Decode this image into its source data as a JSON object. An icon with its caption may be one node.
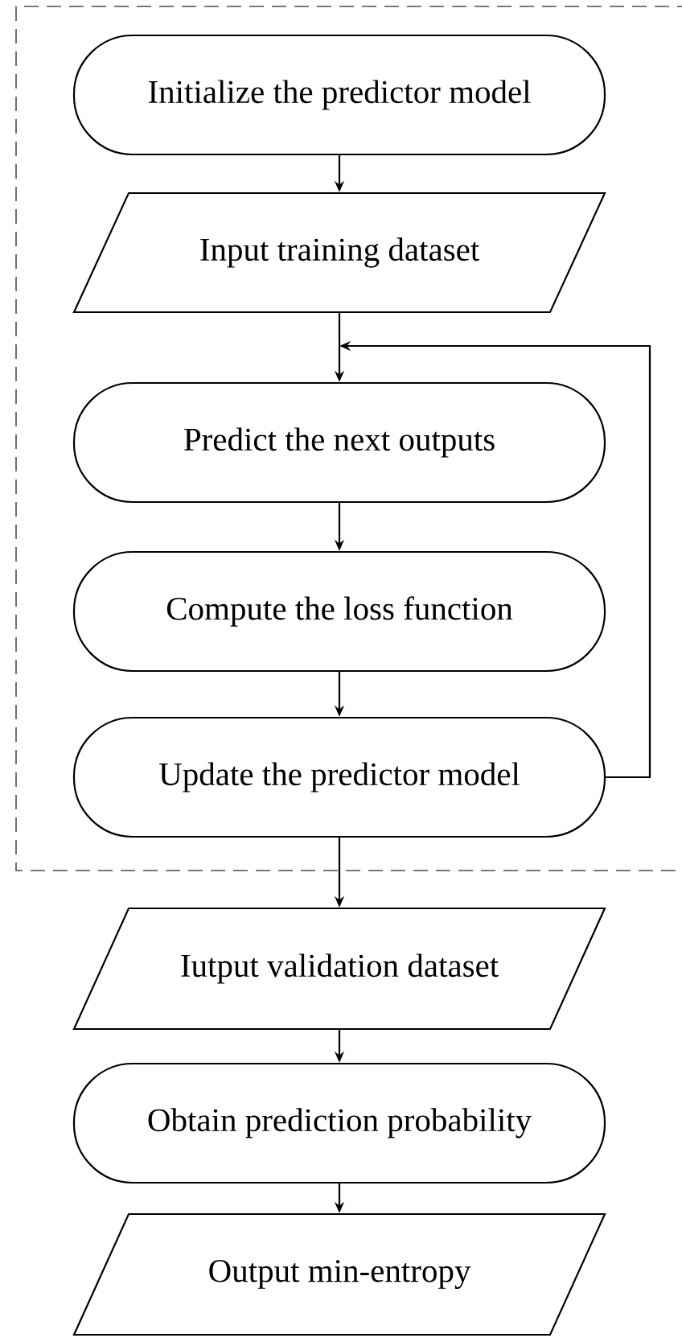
{
  "diagram": {
    "nodes": [
      {
        "text": [],
        "shape": "box"
      },
      {
        "text": [
          "Initialize the predictor model"
        ],
        "in": 0
      },
      {
        "text": [
          "Input training dataset"
        ],
        "in": 0
      },
      {
        "text": [
          "Predict the next outputs"
        ],
        "in": 0
      },
      {
        "text": [
          "Compute the loss function"
        ],
        "in": 0
      },
      {
        "text": [
          "Update the predictor model"
        ],
        "in": 0
      },
      {
        "text": [
          "Iutput validation dataset"
        ]
      },
      {
        "text": [
          "Obtain prediction probability"
        ]
      },
      {
        "text": [
          "Output min-entropy"
        ]
      }
    ],
    "edges": [
      {
        "from": 1,
        "to": 2,
        "arrow": "to"
      },
      {
        "from": 2,
        "to": 3,
        "arrow": "to"
      },
      {
        "from": 3,
        "to": 4,
        "arrow": "to"
      },
      {
        "from": 4,
        "to": 5,
        "arrow": "to"
      },
      {
        "from": 5,
        "to": 3,
        "arrow": "to"
      },
      {
        "from": 5,
        "to": 6,
        "arrow": "to"
      },
      {
        "from": 6,
        "to": 7,
        "arrow": "to"
      },
      {
        "from": 7,
        "to": 8,
        "arrow": "to"
      }
    ]
  }
}
